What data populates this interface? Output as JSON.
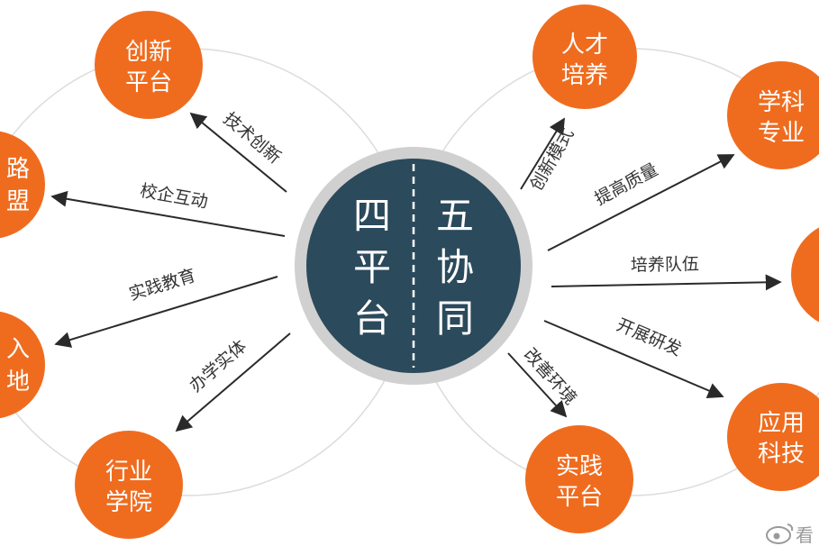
{
  "center": {
    "left_lines": [
      "四",
      "平",
      "台"
    ],
    "right_lines": [
      "五",
      "协",
      "同"
    ]
  },
  "left_nodes": [
    {
      "lines": [
        "创新",
        "平台"
      ]
    },
    {
      "lines": [
        "路",
        "盟"
      ]
    },
    {
      "lines": [
        "入",
        "地"
      ]
    },
    {
      "lines": [
        "行业",
        "学院"
      ]
    }
  ],
  "right_nodes": [
    {
      "lines": [
        "人才",
        "培养"
      ]
    },
    {
      "lines": [
        "学科",
        "专业"
      ]
    },
    {
      "lines": [
        ""
      ]
    },
    {
      "lines": [
        "应用",
        "科技"
      ]
    },
    {
      "lines": [
        "实践",
        "平台"
      ]
    }
  ],
  "left_labels": [
    "技术创新",
    "校企互动",
    "实践教育",
    "办学实体"
  ],
  "right_labels": [
    "创新模式",
    "提高质量",
    "培养队伍",
    "开展研发",
    "改善环境"
  ],
  "colors": {
    "node": "#ef6c1f",
    "center": "#2b4a5c",
    "ring": "#d4d4d4",
    "arrow": "#2a2a2a",
    "text": "#333333"
  },
  "watermark": {
    "icon": "weibo-icon",
    "text": "看"
  }
}
